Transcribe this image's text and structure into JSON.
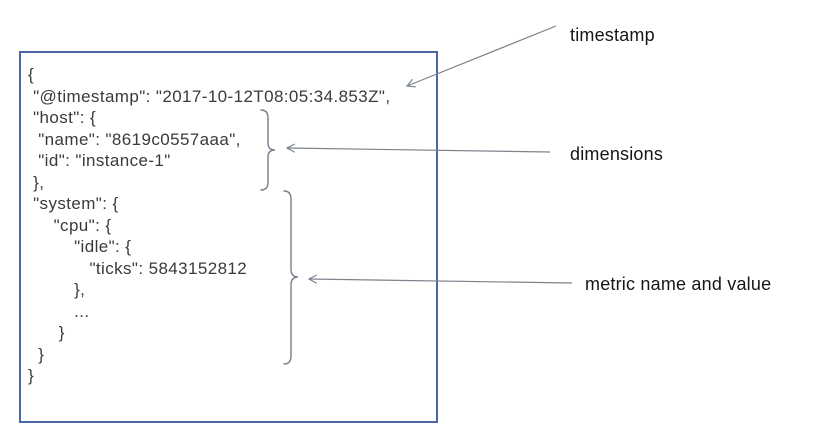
{
  "diagram": {
    "document_box": {
      "json_lines": [
        "{",
        " \"@timestamp\": \"2017-10-12T08:05:34.853Z\",",
        " \"host\": {",
        "  \"name\": \"8619c0557aaa\",",
        "  \"id\": \"instance-1\"",
        " },",
        " \"system\": {",
        "     \"cpu\": {",
        "         \"idle\": {",
        "            \"ticks\": 5843152812",
        "         },",
        "         ...",
        "      }",
        "  }",
        "}"
      ]
    },
    "labels": {
      "timestamp": "timestamp",
      "dimensions": "dimensions",
      "metric": "metric name and value"
    },
    "colors": {
      "box_border": "#4a68a8",
      "code_text": "#3a3a3a",
      "label_text": "#161616",
      "arrow": "#7b838d",
      "brace": "#76808d"
    }
  }
}
